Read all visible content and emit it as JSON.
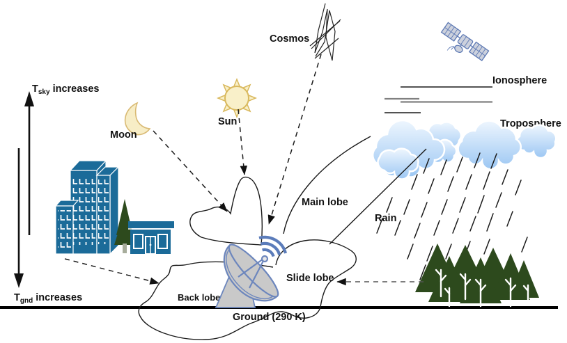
{
  "labels": {
    "t_sky": {
      "symbol": "T",
      "sub": "sky",
      "rest": " increases"
    },
    "t_gnd": {
      "symbol": "T",
      "sub": "gnd",
      "rest": " increases"
    },
    "moon": "Moon",
    "sun": "Sun",
    "cosmos": "Cosmos",
    "ionosphere": "Ionosphere",
    "troposphere": "Troposphere",
    "rain": "Rain",
    "main_lobe": "Main lobe",
    "slide_lobe": "Slide lobe",
    "back_lobe": "Back lobe",
    "ground": "Ground (290 K)"
  },
  "icons": [
    "moon-icon",
    "sun-icon",
    "cosmos-scribble-icon",
    "satellite-icon",
    "city-buildings-icon",
    "house-icon",
    "tree-icon",
    "clouds-icon",
    "rain-streaks-icon",
    "forest-icon",
    "dish-antenna-icon",
    "wifi-signal-icon"
  ],
  "colors": {
    "building": "#1b6b99",
    "tree": "#2d4a1d",
    "trunk": "#a8ad9c",
    "sun_fill": "#f9f0c9",
    "sun_stroke": "#d9b95e",
    "moon_fill": "#f7edc6",
    "moon_stroke": "#d9ba74",
    "dish_fill": "#c9c9c9",
    "dish_stroke": "#6c86bd",
    "wifi": "#5b7cba",
    "satellite_fill": "#ccd1dd",
    "satellite_stroke": "#5d79b4",
    "cloud_top": "#eef6fe",
    "cloud_bottom": "#9cc7f3",
    "gray_line": "#808080",
    "dash_gray": "#555555"
  }
}
